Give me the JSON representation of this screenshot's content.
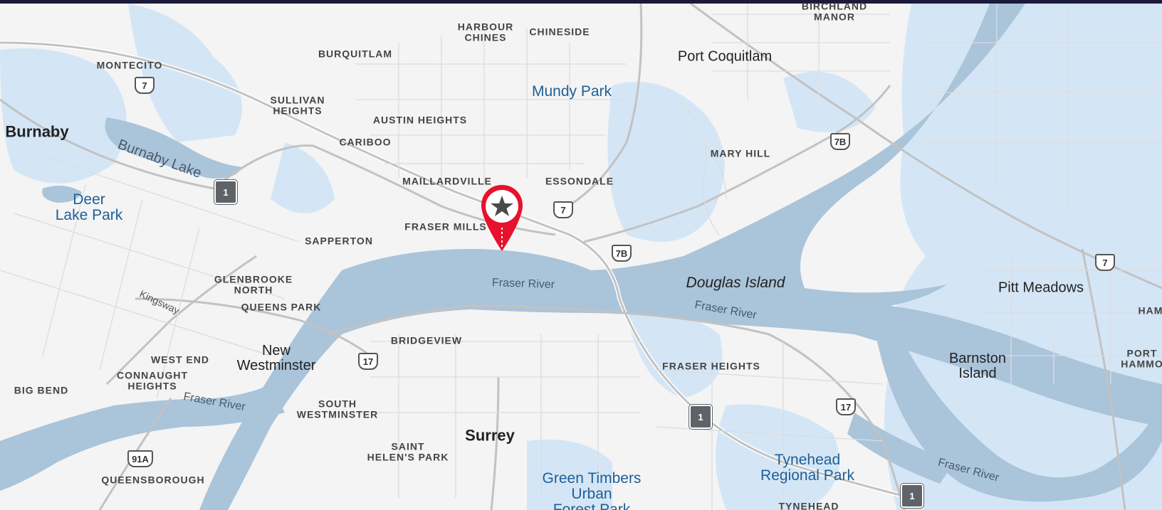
{
  "map": {
    "neighbourhoods": [
      {
        "id": "birchland-manor",
        "text": "BIRCHLAND\nMANOR"
      },
      {
        "id": "harbour-chines",
        "text": "HARBOUR\nCHINES"
      },
      {
        "id": "chineside",
        "text": "CHINESIDE"
      },
      {
        "id": "burquitlam",
        "text": "BURQUITLAM"
      },
      {
        "id": "montecito",
        "text": "MONTECITO"
      },
      {
        "id": "sullivan-heights",
        "text": "SULLIVAN\nHEIGHTS"
      },
      {
        "id": "austin-heights",
        "text": "AUSTIN HEIGHTS"
      },
      {
        "id": "cariboo",
        "text": "CARIBOO"
      },
      {
        "id": "mary-hill",
        "text": "MARY HILL"
      },
      {
        "id": "maillardville",
        "text": "MAILLARDVILLE"
      },
      {
        "id": "essondale",
        "text": "ESSONDALE"
      },
      {
        "id": "fraser-mills",
        "text": "FRASER MILLS"
      },
      {
        "id": "sapperton",
        "text": "SAPPERTON"
      },
      {
        "id": "glenbrooke-north",
        "text": "GLENBROOKE\nNORTH"
      },
      {
        "id": "queens-park",
        "text": "QUEENS PARK"
      },
      {
        "id": "west-end",
        "text": "WEST END"
      },
      {
        "id": "connaught-heights",
        "text": "CONNAUGHT\nHEIGHTS"
      },
      {
        "id": "big-bend",
        "text": "BIG BEND"
      },
      {
        "id": "bridgeview",
        "text": "BRIDGEVIEW"
      },
      {
        "id": "south-westminster",
        "text": "SOUTH\nWESTMINSTER"
      },
      {
        "id": "fraser-heights",
        "text": "FRASER HEIGHTS"
      },
      {
        "id": "saint-helens-park",
        "text": "SAINT\nHELEN'S PARK"
      },
      {
        "id": "queensborough",
        "text": "QUEENSBOROUGH"
      },
      {
        "id": "tynehead",
        "text": "TYNEHEAD"
      },
      {
        "id": "ham",
        "text": "HAM"
      },
      {
        "id": "port-hammond",
        "text": "PORT\nHAMMO"
      }
    ],
    "cities": [
      {
        "id": "burnaby",
        "text": "Burnaby"
      },
      {
        "id": "port-coquitlam",
        "text": "Port Coquitlam"
      },
      {
        "id": "new-westminster",
        "text": "New\nWestminster"
      },
      {
        "id": "surrey",
        "text": "Surrey"
      },
      {
        "id": "pitt-meadows",
        "text": "Pitt Meadows"
      },
      {
        "id": "barnston-island",
        "text": "Barnston\nIsland"
      }
    ],
    "parks": [
      {
        "id": "mundy-park",
        "text": "Mundy Park"
      },
      {
        "id": "deer-lake-park",
        "text": "Deer\nLake Park"
      },
      {
        "id": "green-timbers",
        "text": "Green Timbers\nUrban\nForest Park"
      },
      {
        "id": "tynehead-park",
        "text": "Tynehead\nRegional Park"
      }
    ],
    "water": {
      "burnaby_lake": "Burnaby Lake",
      "fraser_river": "Fraser River",
      "douglas_island": "Douglas Island",
      "kingsway": "Kingsway"
    },
    "routes": {
      "r7": "7",
      "r7b": "7B",
      "r17": "17",
      "r91a": "91A",
      "r1": "1"
    },
    "colors": {
      "land": "#f4f4f4",
      "water": "#aac4da",
      "green": "#d4e6f6",
      "road": "#c9c9c9",
      "pin": "#e8112d"
    },
    "marker": {
      "icon": "star-icon"
    }
  }
}
